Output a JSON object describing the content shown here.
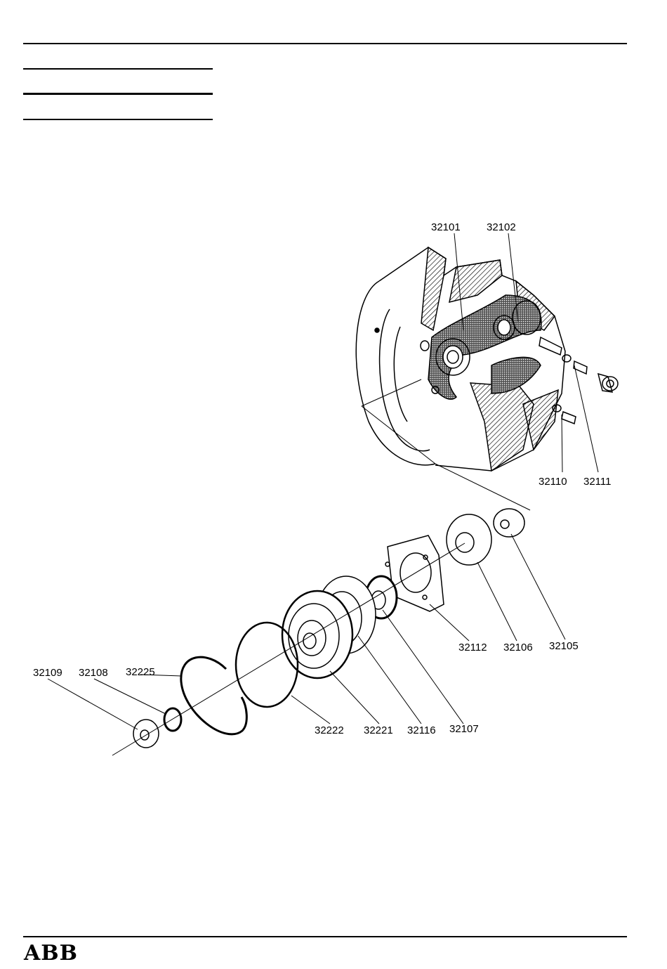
{
  "header": {
    "rule_count": 4
  },
  "drawing": {
    "labels": {
      "p32101": "32101",
      "p32102": "32102",
      "p32110": "32110",
      "p32111": "32111",
      "p32112": "32112",
      "p32106": "32106",
      "p32105": "32105",
      "p32109": "32109",
      "p32108": "32108",
      "p32225": "32225",
      "p32222": "32222",
      "p32221": "32221",
      "p32116": "32116",
      "p32107": "32107"
    }
  },
  "footer": {
    "logo": "ABB"
  }
}
